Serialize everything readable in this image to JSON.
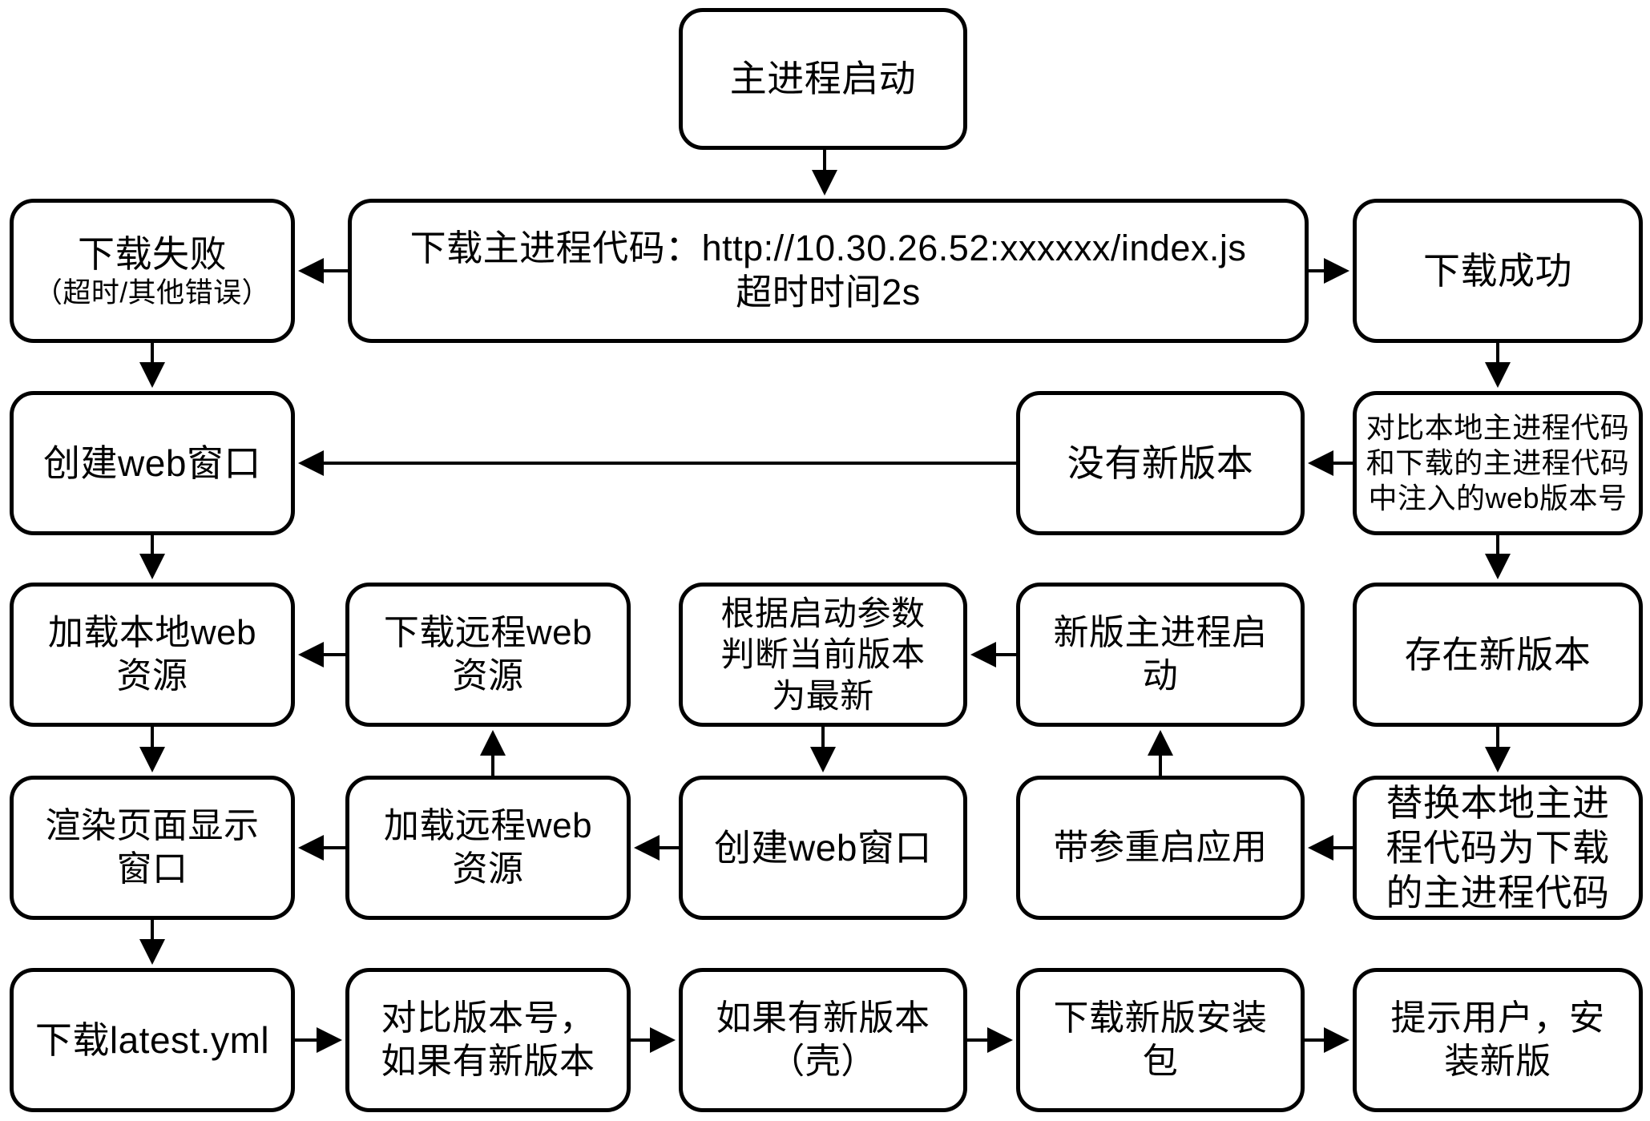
{
  "nodes": {
    "start": {
      "text": "主进程启动"
    },
    "fail": {
      "title": "下载失败",
      "subtitle": "（超时/其他错误）"
    },
    "download": {
      "text": "下载主进程代码：http://10.30.26.52:xxxxxx/index.js\n超时时间2s"
    },
    "success": {
      "text": "下载成功"
    },
    "create_window_1": {
      "text": "创建web窗口"
    },
    "no_new_version": {
      "text": "没有新版本"
    },
    "compare_injected": {
      "text": "对比本地主进程代码\n和下载的主进程代码\n中注入的web版本号"
    },
    "load_local": {
      "text": "加载本地web\n资源"
    },
    "download_remote": {
      "text": "下载远程web\n资源"
    },
    "judge_latest": {
      "text": "根据启动参数\n判断当前版本\n为最新"
    },
    "new_main_start": {
      "text": "新版主进程启\n动"
    },
    "has_new_version": {
      "text": "存在新版本"
    },
    "render_page": {
      "text": "渲染页面显示\n窗口"
    },
    "load_remote": {
      "text": "加载远程web\n资源"
    },
    "create_window_2": {
      "text": "创建web窗口"
    },
    "restart_with_args": {
      "text": "带参重启应用"
    },
    "replace_code": {
      "text": "替换本地主进\n程代码为下载\n的主进程代码"
    },
    "download_latest_yml": {
      "text": "下载latest.yml"
    },
    "compare_version": {
      "text": "对比版本号，\n如果有新版本"
    },
    "if_new_shell": {
      "text": "如果有新版本\n（壳）"
    },
    "download_installer": {
      "text": "下载新版安装\n包"
    },
    "prompt_install": {
      "text": "提示用户，安\n装新版"
    }
  },
  "colors": {
    "background": "#ffffff",
    "line": "#000000",
    "box_border": "#000000",
    "text": "#000000"
  }
}
